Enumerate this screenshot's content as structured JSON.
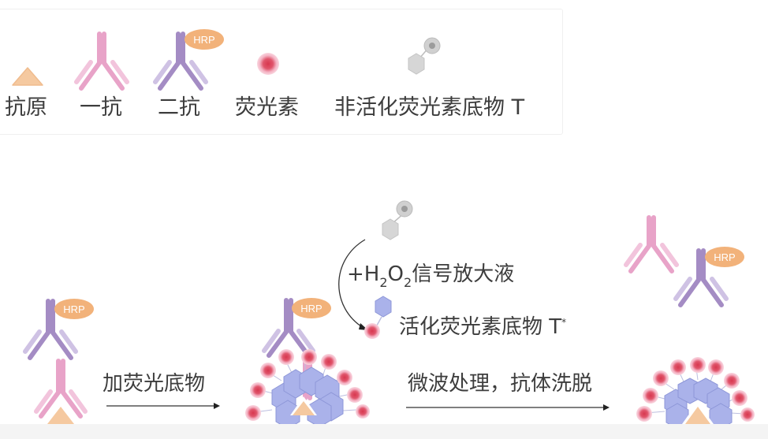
{
  "legend": {
    "items": [
      {
        "icon": "antigen-triangle-icon",
        "label": "抗原"
      },
      {
        "icon": "primary-antibody-icon",
        "label": "一抗"
      },
      {
        "icon": "secondary-antibody-hrp-icon",
        "label": "二抗",
        "badge": "HRP"
      },
      {
        "icon": "fluorophore-icon",
        "label": "荧光素"
      },
      {
        "icon": "inactive-substrate-icon",
        "label": "非活化荧光素底物 T"
      }
    ]
  },
  "process": {
    "step1_label": "加荧光底物",
    "step2_label": "微波处理，抗体洗脱",
    "reaction": {
      "reagent_prefix": "+H",
      "sub1": "2",
      "o": "O",
      "sub2": "2",
      "reagent_suffix": "信号放大液",
      "product_label": "活化荧光素底物 T",
      "product_sup": "*"
    },
    "hrp_badge": "HRP"
  },
  "colors": {
    "antigen": "#f5c9a0",
    "primary_antibody": "#e8a3c8",
    "secondary_antibody": "#a48cc4",
    "hrp": "#f2b27a",
    "fluorophore_outer": "#f4b3c4",
    "fluorophore_inner": "#d8374f",
    "active_hexagon": "#aab2ea",
    "inactive_hexagon": "#d6d6d6"
  }
}
